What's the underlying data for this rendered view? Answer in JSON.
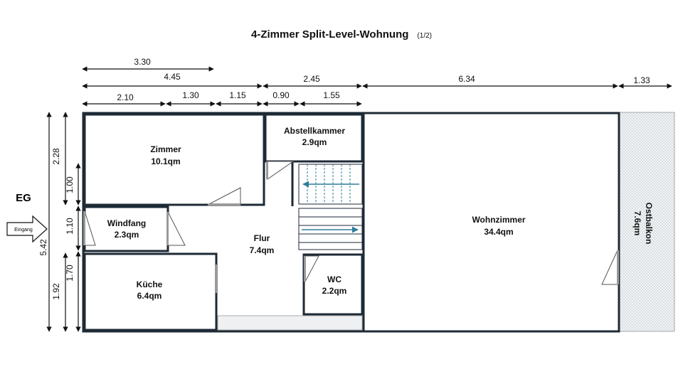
{
  "title": "4-Zimmer Split-Level-Wohnung",
  "page_indicator": "(1/2)",
  "level_label": "EG",
  "entrance_label": "Eingang",
  "dimensions": {
    "top": {
      "d330": "3.30",
      "d445": "4.45",
      "d245": "2.45",
      "d634": "6.34",
      "d133": "1.33",
      "d210": "2.10",
      "d130": "1.30",
      "d115": "1.15",
      "d090": "0.90",
      "d155": "1.55"
    },
    "left": {
      "d542": "5.42",
      "d228": "2.28",
      "d192": "1.92",
      "d100": "1.00",
      "d110": "1.10",
      "d170": "1.70"
    }
  },
  "rooms": {
    "zimmer": {
      "name": "Zimmer",
      "area": "10.1qm"
    },
    "abstellkammer": {
      "name": "Abstellkammer",
      "area": "2.9qm"
    },
    "windfang": {
      "name": "Windfang",
      "area": "2.3qm"
    },
    "flur": {
      "name": "Flur",
      "area": "7.4qm"
    },
    "kueche": {
      "name": "Küche",
      "area": "6.4qm"
    },
    "wc": {
      "name": "WC",
      "area": "2.2qm"
    },
    "wohnzimmer": {
      "name": "Wohnzimmer",
      "area": "34.4qm"
    },
    "ostbalkon": {
      "name": "Ostbalkon",
      "area": "7.6qm"
    }
  },
  "colors": {
    "wall": "#1e2a35",
    "balcony_fill": "#eef1f4",
    "stair_line": "#2e7d99"
  }
}
